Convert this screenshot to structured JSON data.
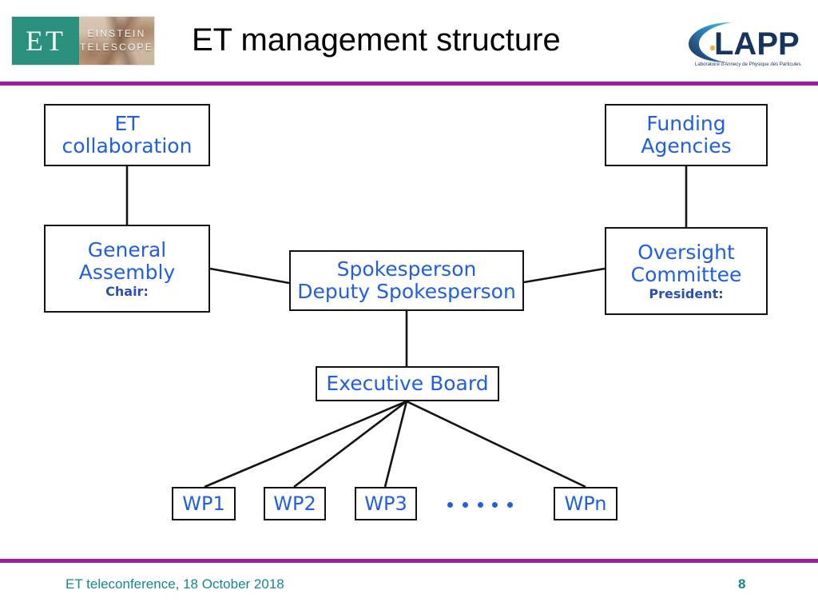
{
  "header": {
    "title": "ET management structure",
    "et_logo": {
      "mark": "ET",
      "line1": "EINSTEIN",
      "line2": "TELESCOPE"
    },
    "lapp_logo": {
      "name": "LAPP",
      "subtitle": "Laboratoire d'Annecy de Physique des Particules"
    }
  },
  "colors": {
    "node_text": "#1f5fe0",
    "node_subtext": "#2a4fb5",
    "rule": "#9e1ca0",
    "footer": "#13888a",
    "et_logo_teal": "#2a907e",
    "node_border": "#131313"
  },
  "diagram": {
    "nodes": {
      "et_collaboration": {
        "label": "ET\ncollaboration"
      },
      "funding_agencies": {
        "label": "Funding\nAgencies"
      },
      "general_assembly": {
        "label": "General\nAssembly",
        "sub": "Chair:"
      },
      "oversight_committee": {
        "label": "Oversight\nCommittee",
        "sub": "President:"
      },
      "spokesperson": {
        "label": "Spokesperson\nDeputy Spokesperson"
      },
      "executive_board": {
        "label": "Executive Board"
      },
      "wp1": {
        "label": "WP1"
      },
      "wp2": {
        "label": "WP2"
      },
      "wp3": {
        "label": "WP3"
      },
      "wpn": {
        "label": "WPn"
      }
    },
    "ellipsis_dot_count": 5,
    "edges": [
      {
        "from": "et_collaboration",
        "to": "general_assembly"
      },
      {
        "from": "funding_agencies",
        "to": "oversight_committee"
      },
      {
        "from": "general_assembly",
        "to": "spokesperson"
      },
      {
        "from": "spokesperson",
        "to": "oversight_committee"
      },
      {
        "from": "spokesperson",
        "to": "executive_board"
      },
      {
        "from": "executive_board",
        "to": "wp1"
      },
      {
        "from": "executive_board",
        "to": "wp2"
      },
      {
        "from": "executive_board",
        "to": "wp3"
      },
      {
        "from": "executive_board",
        "to": "wpn"
      }
    ]
  },
  "footer": {
    "text": "ET teleconference, 18 October 2018",
    "page": "8"
  }
}
